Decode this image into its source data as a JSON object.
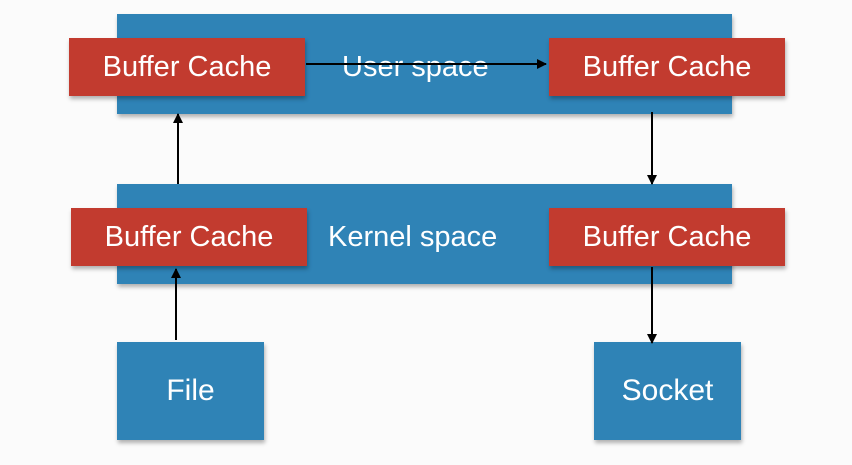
{
  "diagram": {
    "user_space": {
      "label": "User space"
    },
    "kernel_space": {
      "label": "Kernel space"
    },
    "nodes": {
      "user_cache_left": "Buffer Cache",
      "user_cache_right": "Buffer Cache",
      "kernel_cache_left": "Buffer Cache",
      "kernel_cache_right": "Buffer Cache",
      "file": "File",
      "socket": "Socket"
    },
    "edges": [
      {
        "from": "file",
        "to": "kernel_cache_left"
      },
      {
        "from": "kernel_cache_left",
        "to": "user_cache_left"
      },
      {
        "from": "user_cache_left",
        "to": "user_cache_right"
      },
      {
        "from": "user_cache_right",
        "to": "kernel_cache_right"
      },
      {
        "from": "kernel_cache_right",
        "to": "socket"
      }
    ],
    "colors": {
      "space_band": "#2f83b6",
      "buffer_cache": "#c23b2f",
      "endpoint": "#2f83b6",
      "arrow": "#000000",
      "text": "#ffffff",
      "background": "#fbfbfb"
    }
  }
}
